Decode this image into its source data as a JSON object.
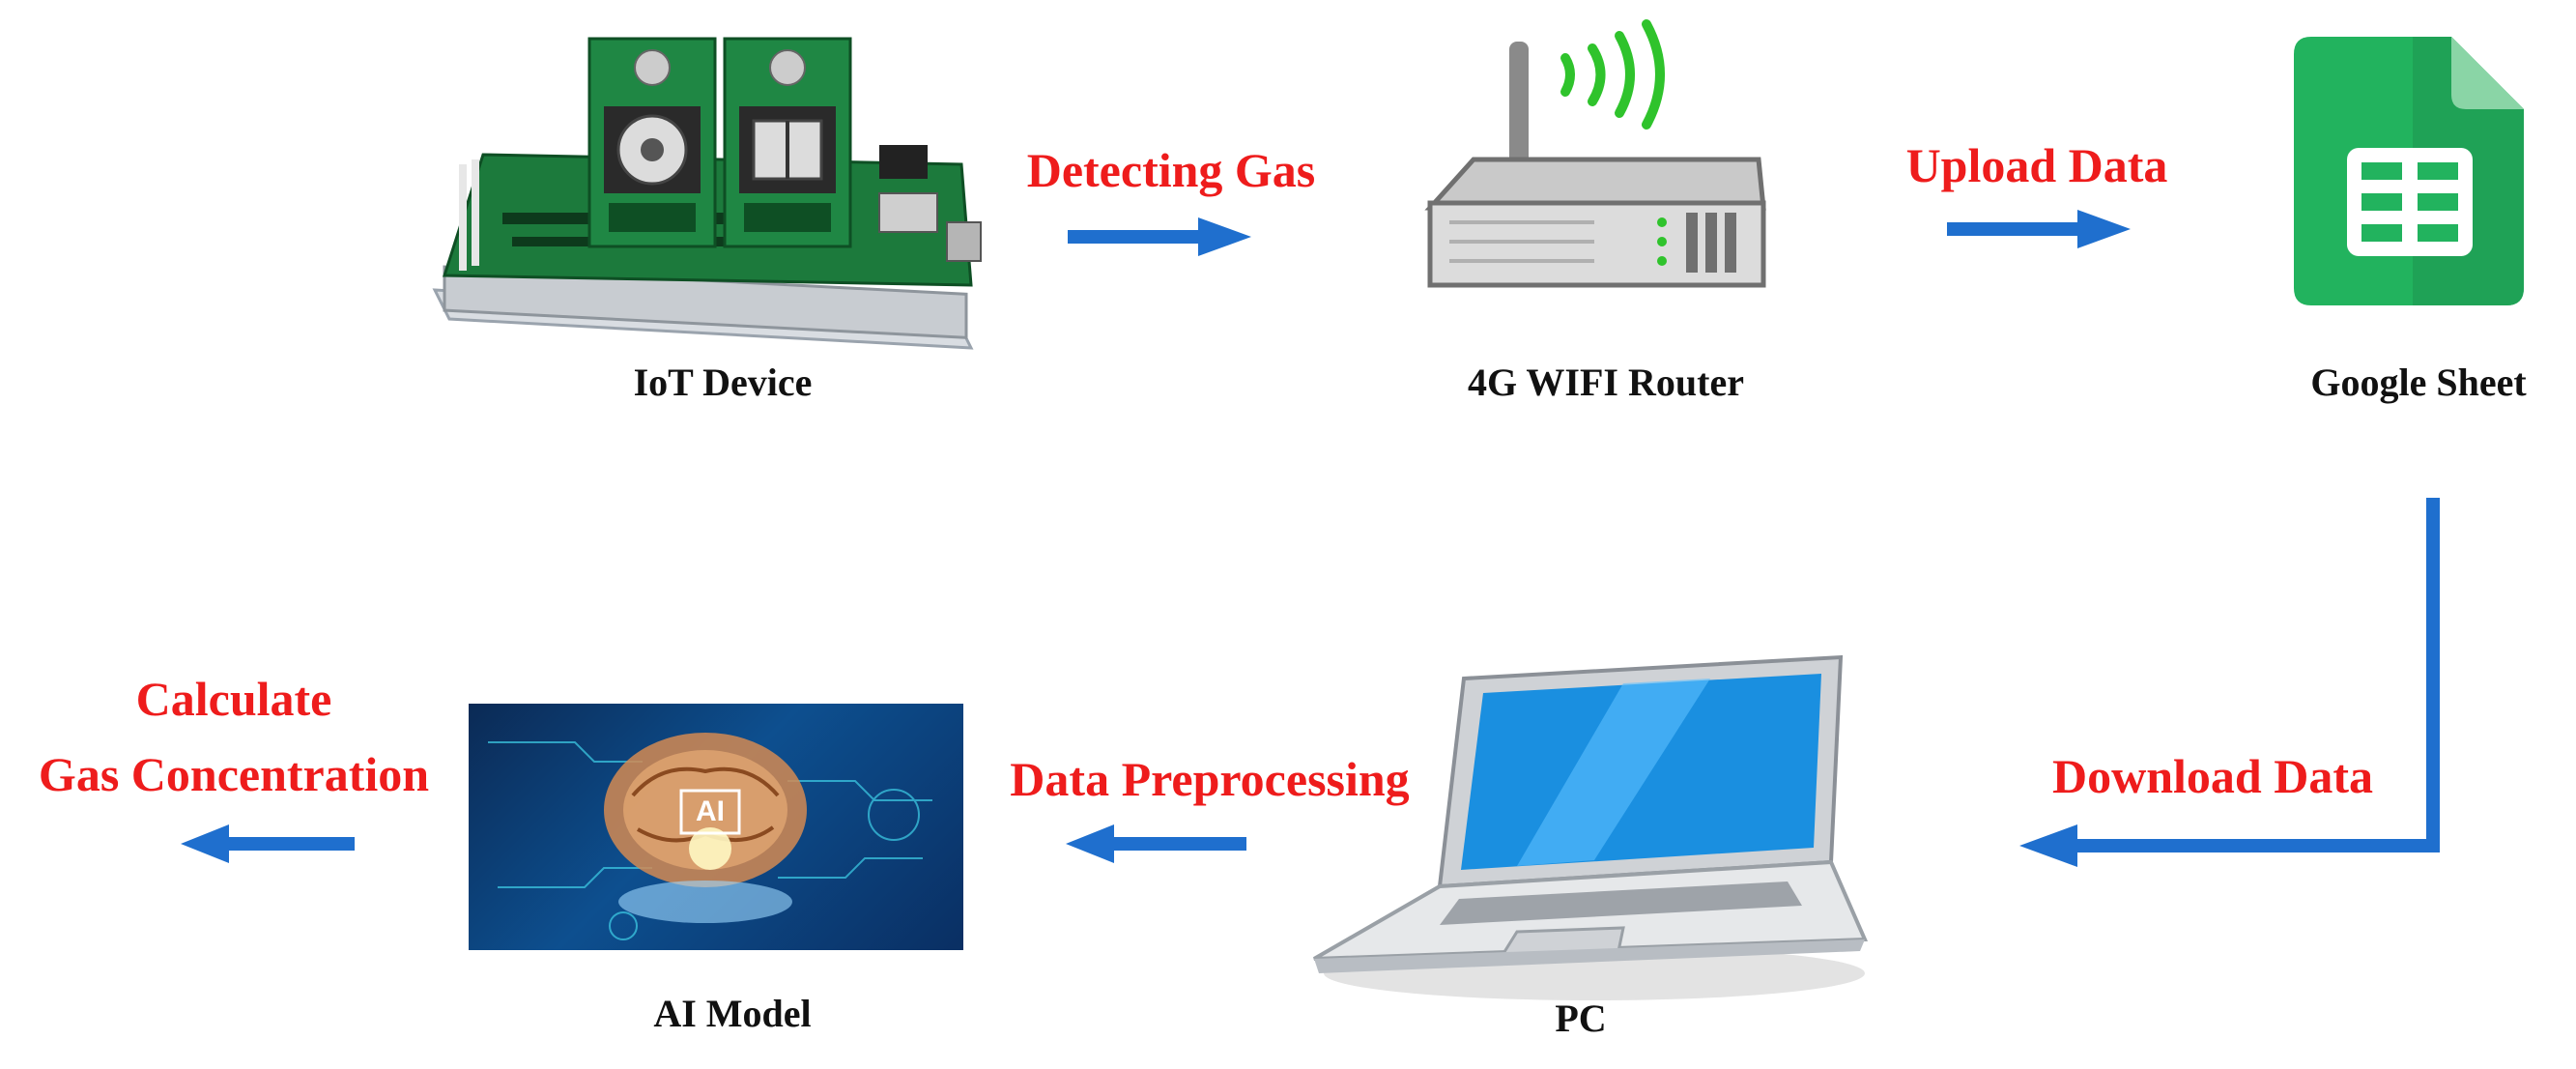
{
  "nodes": {
    "iot": {
      "label": "IoT Device"
    },
    "router": {
      "label": "4G WIFI Router"
    },
    "sheet": {
      "label": "Google Sheet"
    },
    "pc": {
      "label": "PC"
    },
    "ai": {
      "label": "AI Model",
      "badge": "AI"
    }
  },
  "steps": {
    "detect": "Detecting Gas",
    "upload": "Upload Data",
    "download": "Download Data",
    "preprocess": "Data Preprocessing",
    "calc_line1": "Calculate",
    "calc_line2": "Gas Concentration"
  },
  "colors": {
    "arrow": "#1f6fce",
    "step_text": "#ee1c1c",
    "node_text": "#111111",
    "sheet_green": "#22b35e"
  }
}
